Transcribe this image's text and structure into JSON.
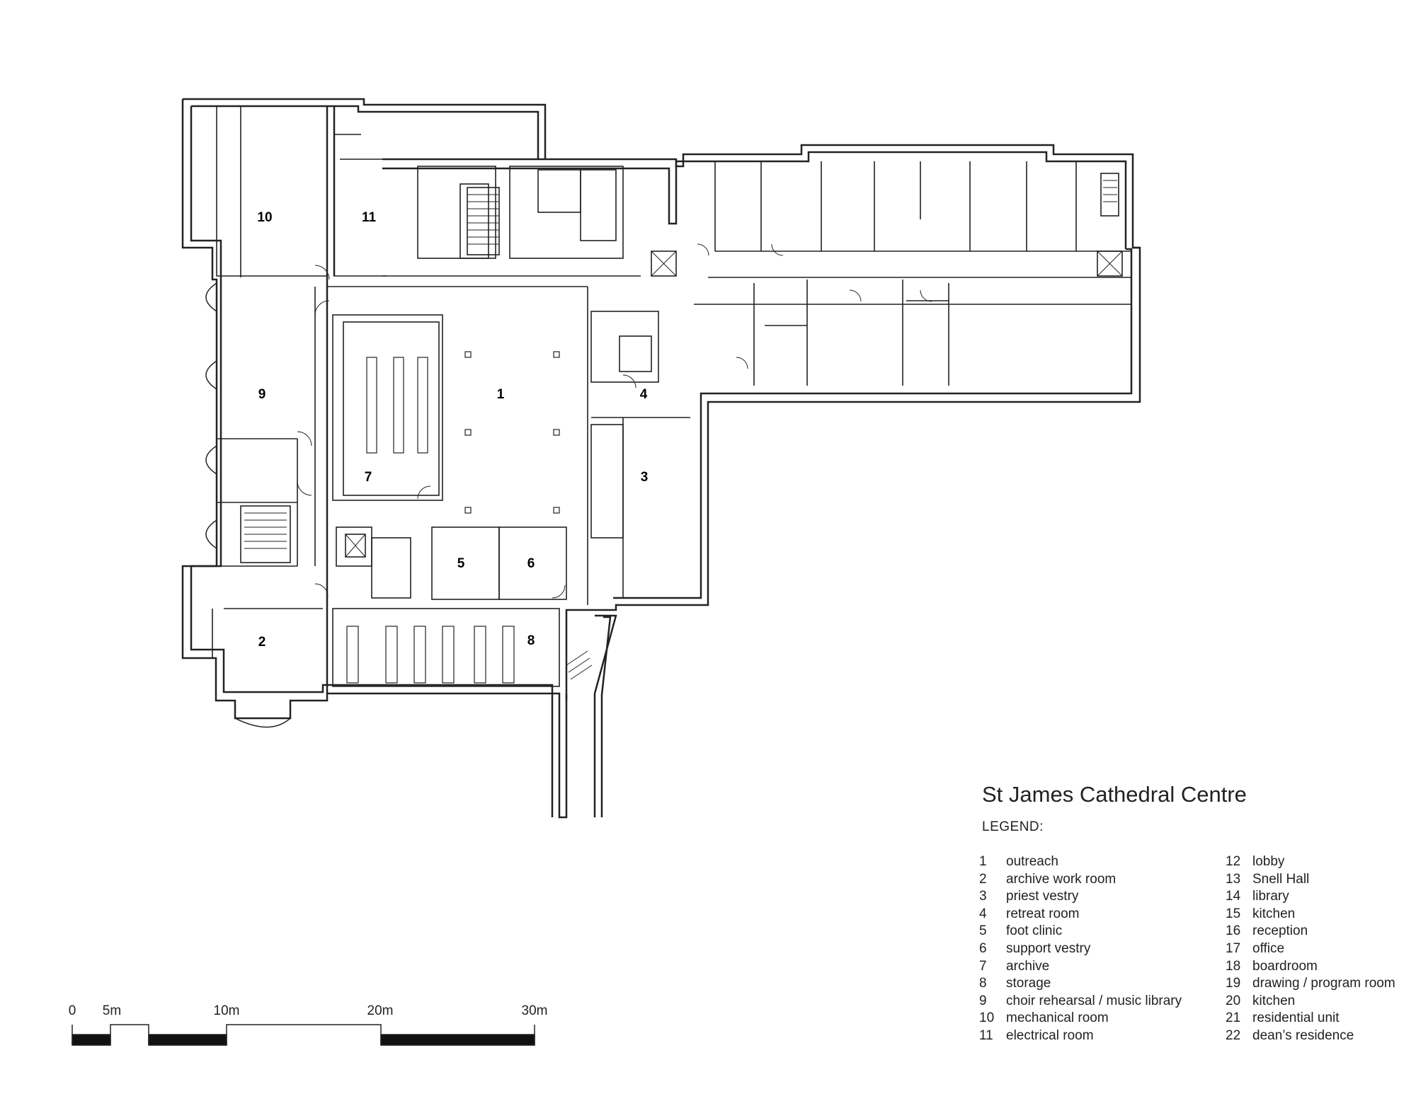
{
  "title": "St James Cathedral Centre",
  "legend_heading": "LEGEND:",
  "rooms": [
    {
      "number": "1"
    },
    {
      "number": "2"
    },
    {
      "number": "3"
    },
    {
      "number": "4"
    },
    {
      "number": "5"
    },
    {
      "number": "6"
    },
    {
      "number": "7"
    },
    {
      "number": "8"
    },
    {
      "number": "9"
    },
    {
      "number": "10"
    },
    {
      "number": "11"
    }
  ],
  "legend": {
    "col1": [
      {
        "n": "1",
        "label": "outreach"
      },
      {
        "n": "2",
        "label": "archive work room"
      },
      {
        "n": "3",
        "label": "priest vestry"
      },
      {
        "n": "4",
        "label": "retreat room"
      },
      {
        "n": "5",
        "label": "foot clinic"
      },
      {
        "n": "6",
        "label": "support vestry"
      },
      {
        "n": "7",
        "label": "archive"
      },
      {
        "n": "8",
        "label": "storage"
      },
      {
        "n": "9",
        "label": "choir rehearsal / music library"
      },
      {
        "n": "10",
        "label": "mechanical room"
      },
      {
        "n": "11",
        "label": "electrical room"
      }
    ],
    "col2": [
      {
        "n": "12",
        "label": "lobby"
      },
      {
        "n": "13",
        "label": "Snell Hall"
      },
      {
        "n": "14",
        "label": "library"
      },
      {
        "n": "15",
        "label": "kitchen"
      },
      {
        "n": "16",
        "label": "reception"
      },
      {
        "n": "17",
        "label": "office"
      },
      {
        "n": "18",
        "label": "boardroom"
      },
      {
        "n": "19",
        "label": "drawing / program room"
      },
      {
        "n": "20",
        "label": "kitchen"
      },
      {
        "n": "21",
        "label": "residential unit"
      },
      {
        "n": "22",
        "label": "dean’s residence"
      }
    ]
  },
  "scale_bar": {
    "labels": [
      "0",
      "5m",
      "10m",
      "20m",
      "30m"
    ]
  }
}
